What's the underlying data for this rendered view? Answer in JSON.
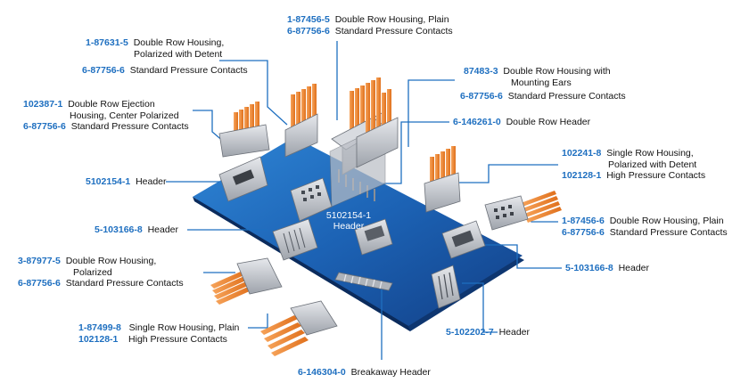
{
  "labels": {
    "top_a": {
      "pn1": "1-87456-5",
      "d1": "Double Row Housing, Plain",
      "pn2": "6-87756-6",
      "d2": "Standard Pressure Contacts"
    },
    "top_b": {
      "pn1": "1-87631-5",
      "d1a": "Double Row Housing,",
      "d1b": "Polarized with Detent",
      "pn2": "6-87756-6",
      "d2": "Standard Pressure Contacts"
    },
    "top_c": {
      "pn1": "87483-3",
      "d1a": "Double Row Housing with",
      "d1b": "Mounting Ears",
      "pn2": "6-87756-6",
      "d2": "Standard Pressure Contacts"
    },
    "top_d": {
      "pn1": "102387-1",
      "d1a": "Double Row Ejection",
      "d1b": "Housing, Center Polarized",
      "pn2": "6-87756-6",
      "d2": "Standard Pressure Contacts"
    },
    "right_a": {
      "pn1": "6-146261-0",
      "d1": "Double Row Header"
    },
    "right_b": {
      "pn1": "102241-8",
      "d1a": "Single Row Housing,",
      "d1b": "Polarized with Detent",
      "pn2": "102128-1",
      "d2": "High Pressure Contacts"
    },
    "left_a": {
      "pn1": "5102154-1",
      "d1": "Header"
    },
    "left_b": {
      "pn1": "5-103166-8",
      "d1": "Header"
    },
    "right_c": {
      "pn1": "1-87456-6",
      "d1": "Double Row Housing, Plain",
      "pn2": "6-87756-6",
      "d2": "Standard Pressure Contacts"
    },
    "right_d": {
      "pn1": "5-103166-8",
      "d1": "Header"
    },
    "left_c": {
      "pn1": "3-87977-5",
      "d1a": "Double Row Housing,",
      "d1b": "Polarized",
      "pn2": "6-87756-6",
      "d2": "Standard Pressure Contacts"
    },
    "left_d": {
      "pn1": "1-87499-8",
      "d1": "Single Row Housing, Plain",
      "pn2": "102128-1",
      "d2": "High Pressure Contacts"
    },
    "right_e": {
      "pn1": "5-102202-7",
      "d1": "Header"
    },
    "bottom": {
      "pn1": "6-146304-0",
      "d1": "Breakaway Header"
    },
    "board": {
      "pn": "5102154-1",
      "d": "Header"
    }
  },
  "colors": {
    "part_number": "#1e6fc0",
    "board": "#1c5fae",
    "contacts": "#f0822a",
    "housing": "#c9ccd1",
    "leader": "#1e6fc0"
  }
}
